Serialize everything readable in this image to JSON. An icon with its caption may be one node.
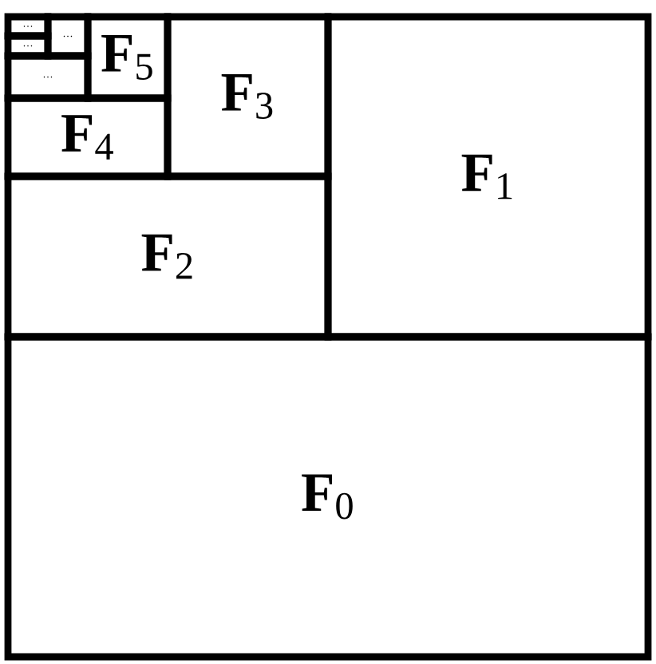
{
  "diagram": {
    "nodes": [
      {
        "text": [
          "…"
        ]
      },
      {
        "text": [
          "…"
        ]
      },
      {
        "text": [
          "**F**$_{5}$"
        ]
      },
      {
        "text": [
          "**F**$_{3}$"
        ]
      },
      {
        "text": [
          "**F**$_{1}$"
        ]
      },
      {
        "text": [
          "…"
        ]
      },
      {
        "text": [
          "…"
        ]
      },
      {
        "text": [
          "**F**$_{4}$"
        ]
      },
      {
        "text": [
          "**F**$_{2}$"
        ]
      },
      {
        "text": [
          "**F**$_{0}$"
        ]
      }
    ]
  }
}
